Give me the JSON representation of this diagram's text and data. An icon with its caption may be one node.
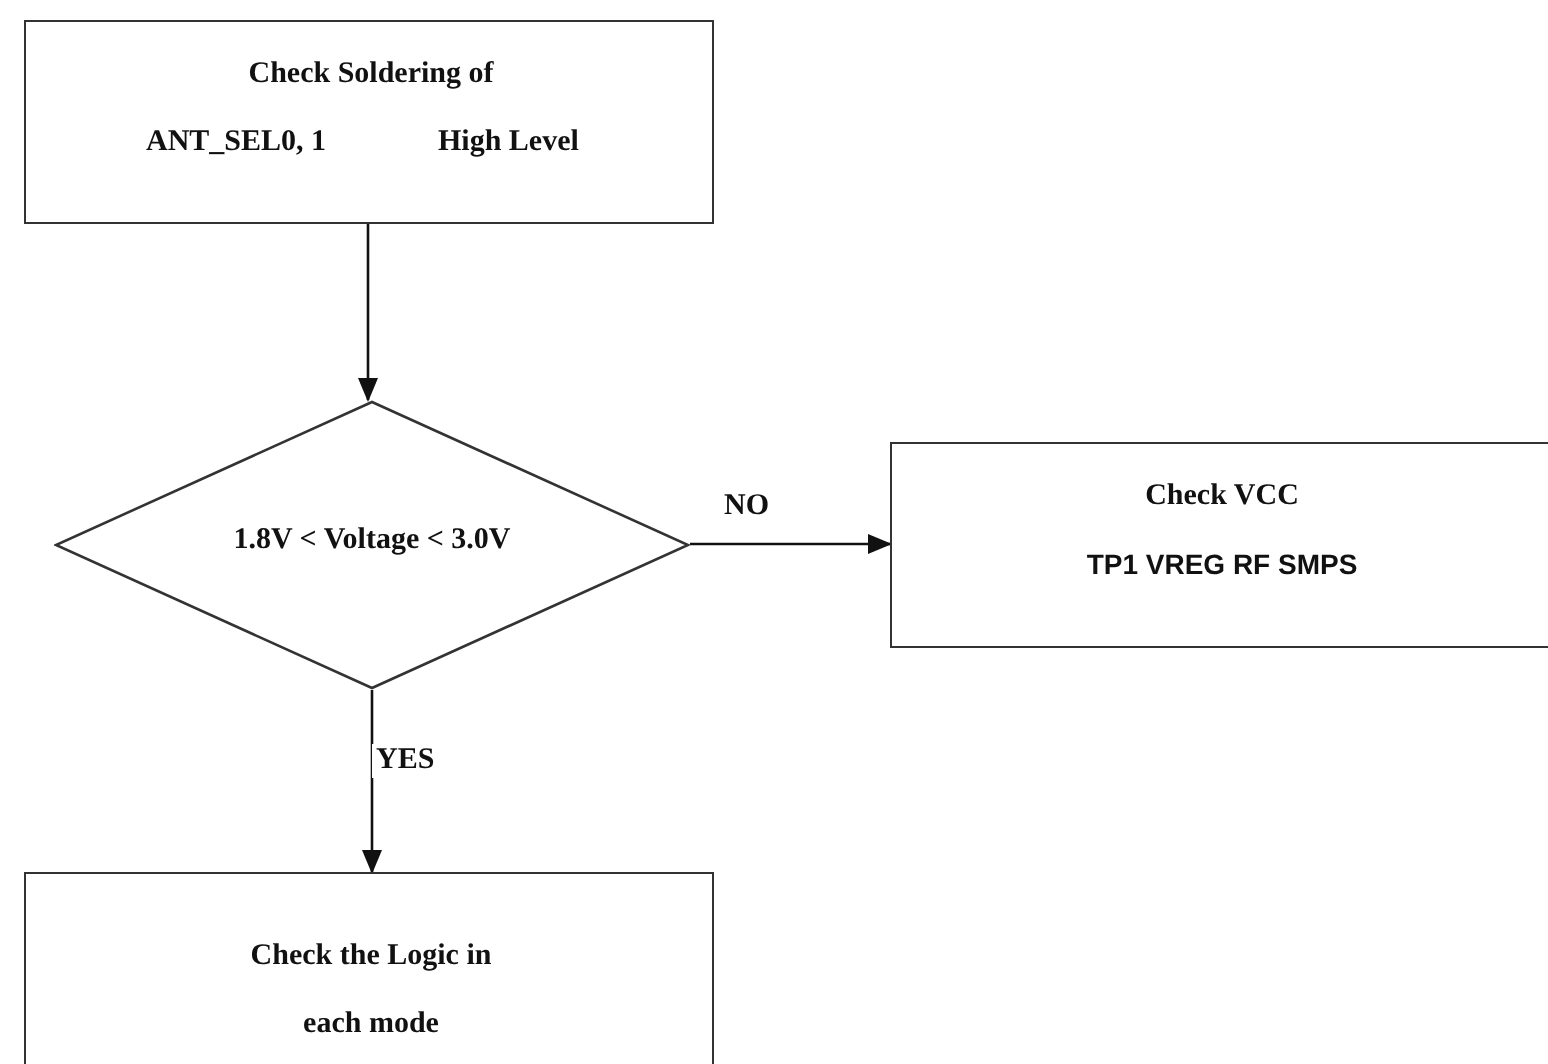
{
  "diagram": {
    "nodes": [
      {
        "text": [
          "Check Soldering of",
          "ANT_SEL0, 1",
          "High Level"
        ]
      },
      {
        "text": [
          "1.8V < Voltage < 3.0V"
        ]
      },
      {
        "text": [
          "Check VCC",
          "TP1 VREG  RF  SMPS"
        ]
      },
      {
        "text": [
          "Check the Logic in each mode"
        ]
      }
    ],
    "edges": [
      {
        "from": 0,
        "to": 1,
        "arrow": "to"
      },
      {
        "from": 1,
        "to": 2,
        "arrow": "to",
        "label": "NO"
      },
      {
        "from": 1,
        "to": 3,
        "arrow": "to",
        "label": "YES"
      }
    ]
  }
}
